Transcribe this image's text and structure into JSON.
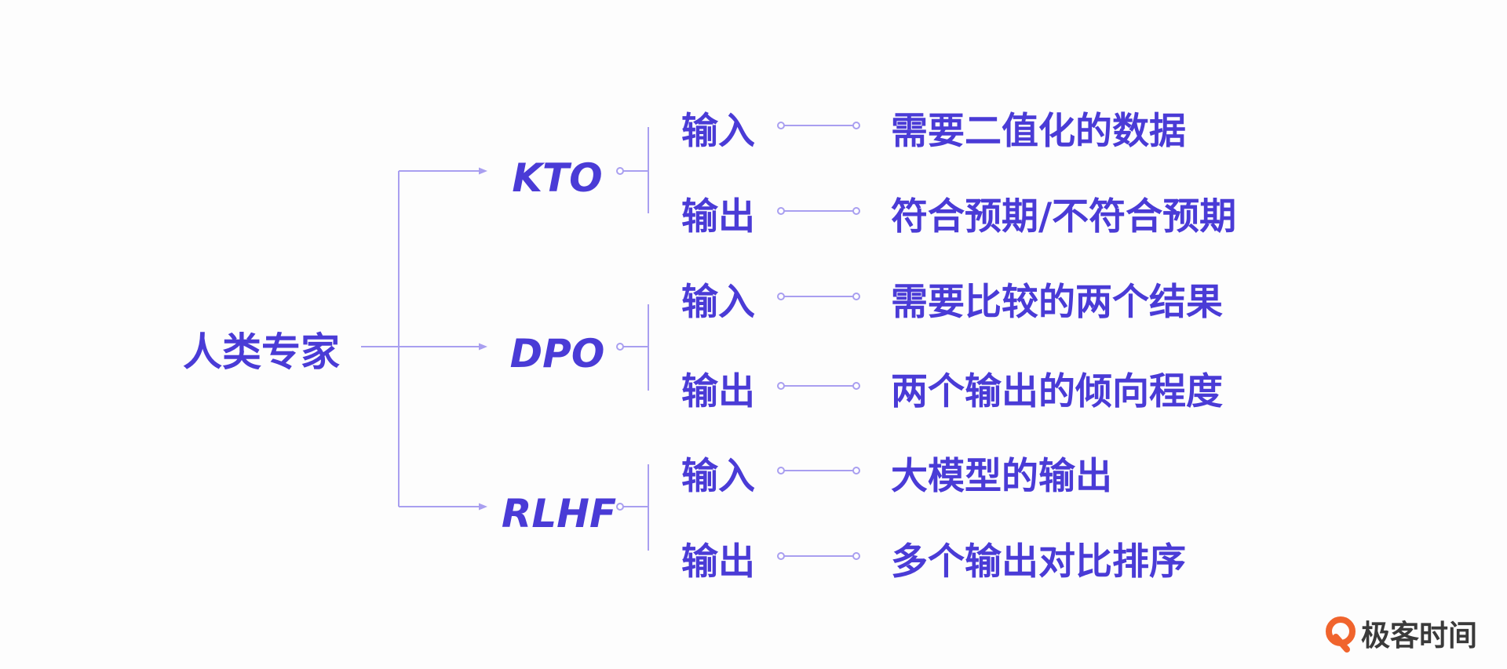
{
  "root": {
    "label": "人类专家"
  },
  "methods": [
    {
      "name": "KTO",
      "rows": [
        {
          "io": "输入",
          "desc": "需要二值化的数据"
        },
        {
          "io": "输出",
          "desc": "符合预期/不符合预期"
        }
      ]
    },
    {
      "name": "DPO",
      "rows": [
        {
          "io": "输入",
          "desc": "需要比较的两个结果"
        },
        {
          "io": "输出",
          "desc": "两个输出的倾向程度"
        }
      ]
    },
    {
      "name": "RLHF",
      "rows": [
        {
          "io": "输入",
          "desc": "大模型的输出"
        },
        {
          "io": "输出",
          "desc": "多个输出对比排序"
        }
      ]
    }
  ],
  "logo": {
    "text": "极客时间",
    "icon": "geektime-logo-icon"
  },
  "colors": {
    "text": "#4a3bd6",
    "connector": "#a99ff0",
    "logo_orange": "#f0642d",
    "logo_text": "#3a3a3a"
  }
}
